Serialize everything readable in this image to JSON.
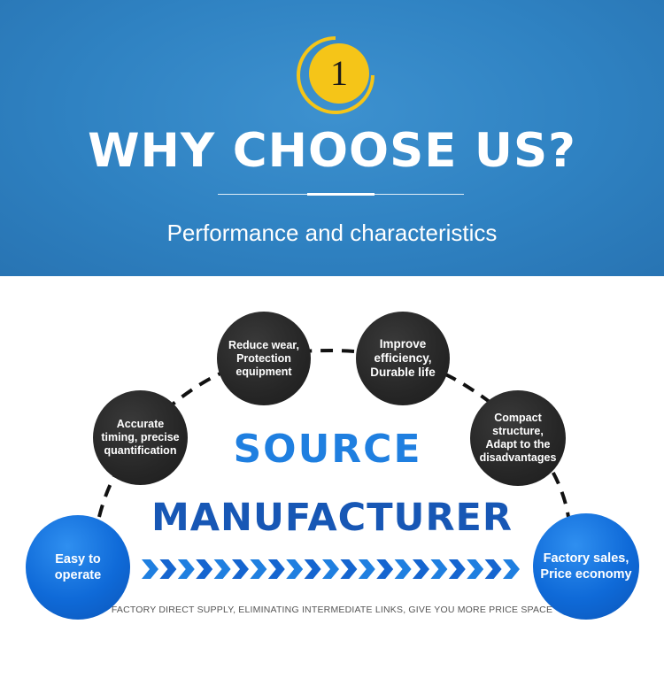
{
  "banner": {
    "number": "1",
    "title": "WHY CHOOSE US?",
    "subtitle": "Performance and characteristics"
  },
  "features": {
    "left_blue": "Easy to operate",
    "accurate": "Accurate timing, precise quantification",
    "reduce_wear": "Reduce wear, Protection equipment",
    "improve": "Improve efficiency, Durable life",
    "compact": "Compact structure, Adapt to the disadvantages",
    "right_blue": "Factory sales, Price economy"
  },
  "center": {
    "line1": "SOURCE",
    "line2": "MANUFACTURER"
  },
  "caption": "FACTORY DIRECT SUPPLY, ELIMINATING INTERMEDIATE LINKS, GIVE YOU MORE PRICE SPACE",
  "colors": {
    "banner_blue": "#2f82c2",
    "badge_yellow": "#f5c518",
    "circle_dark": "#262626",
    "circle_blue": "#0f6ad8",
    "source_blue": "#1f7fe0",
    "manufacturer_blue": "#1757b5"
  }
}
